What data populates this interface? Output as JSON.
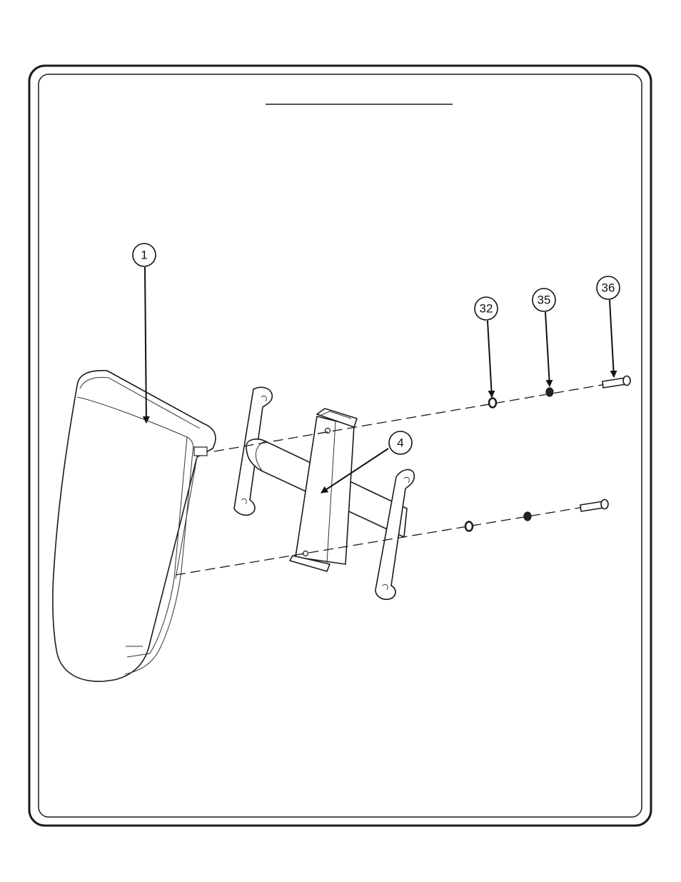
{
  "diagram": {
    "title": "",
    "colors": {
      "line": "#1a1a1a",
      "background": "#ffffff",
      "hardware_dark": "#222222"
    },
    "callouts": [
      {
        "id": "callout-1",
        "label": "1"
      },
      {
        "id": "callout-4",
        "label": "4"
      },
      {
        "id": "callout-32",
        "label": "32"
      },
      {
        "id": "callout-35",
        "label": "35"
      },
      {
        "id": "callout-36",
        "label": "36"
      }
    ]
  }
}
